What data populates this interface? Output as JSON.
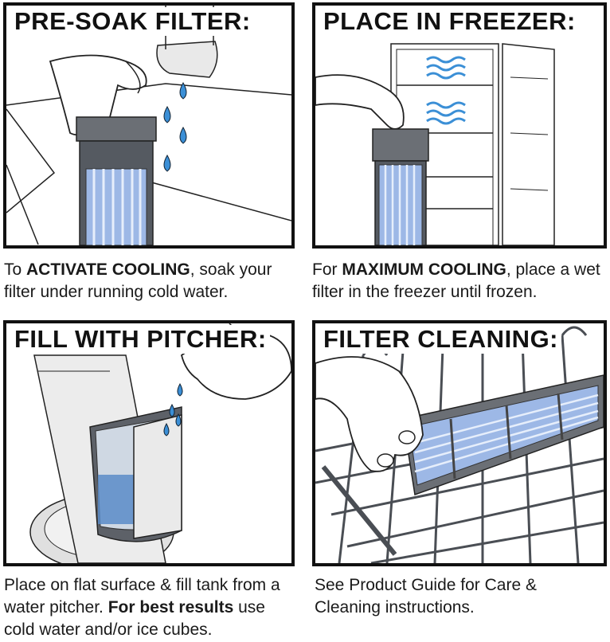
{
  "panels": [
    {
      "title": "PRE-SOAK FILTER:",
      "caption": {
        "pre": "To ",
        "bold": "ACTIVATE COOLING",
        "post": ", soak your filter under running cold water."
      }
    },
    {
      "title": "PLACE IN FREEZER:",
      "caption": {
        "pre": "For ",
        "bold": "MAXIMUM COOLING",
        "post": ", place a wet filter in the freezer until frozen."
      }
    },
    {
      "title": "FILL WITH PITCHER:",
      "caption": {
        "pre": "Place on flat surface & fill tank from a water pitcher. ",
        "bold": "For best results",
        "post": " use cold water and/or ice cubes."
      }
    },
    {
      "title": "FILTER CLEANING:",
      "caption": {
        "pre": "See Product Guide for Care & Cleaning instructions.",
        "bold": "",
        "post": ""
      }
    }
  ],
  "colors": {
    "water": "#3b8fd6",
    "filter_blue": "#9db8e6",
    "frame": "#555a61"
  }
}
